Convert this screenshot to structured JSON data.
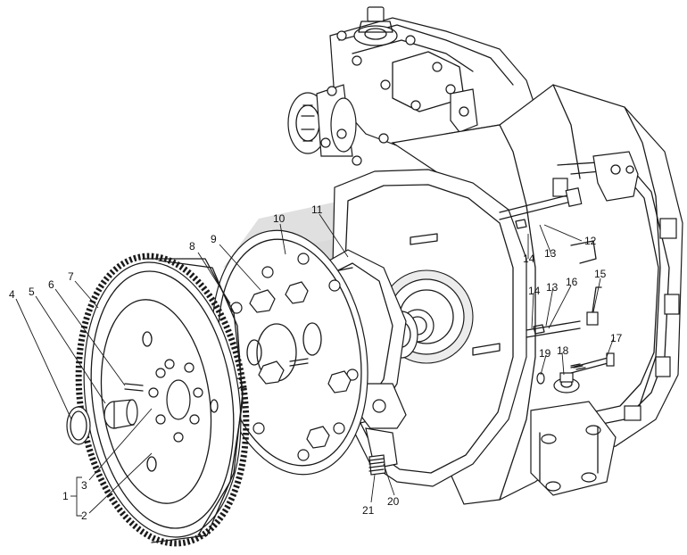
{
  "diagram": {
    "callouts": [
      {
        "id": "c1",
        "text": "1"
      },
      {
        "id": "c2",
        "text": "2"
      },
      {
        "id": "c3",
        "text": "3"
      },
      {
        "id": "c4",
        "text": "4"
      },
      {
        "id": "c5",
        "text": "5"
      },
      {
        "id": "c6",
        "text": "6"
      },
      {
        "id": "c7",
        "text": "7"
      },
      {
        "id": "c8",
        "text": "8"
      },
      {
        "id": "c9",
        "text": "9"
      },
      {
        "id": "c10",
        "text": "10"
      },
      {
        "id": "c11",
        "text": "11"
      },
      {
        "id": "c12",
        "text": "12"
      },
      {
        "id": "c13a",
        "text": "13"
      },
      {
        "id": "c13b",
        "text": "13"
      },
      {
        "id": "c14a",
        "text": "14"
      },
      {
        "id": "c14b",
        "text": "14"
      },
      {
        "id": "c15",
        "text": "15"
      },
      {
        "id": "c16",
        "text": "16"
      },
      {
        "id": "c17",
        "text": "17"
      },
      {
        "id": "c18",
        "text": "18"
      },
      {
        "id": "c19",
        "text": "19"
      },
      {
        "id": "c20",
        "text": "20"
      },
      {
        "id": "c21",
        "text": "21"
      }
    ],
    "colors": {
      "ink": "#1a1a1a",
      "watermark": "#c8c8c8",
      "background": "#ffffff"
    }
  }
}
